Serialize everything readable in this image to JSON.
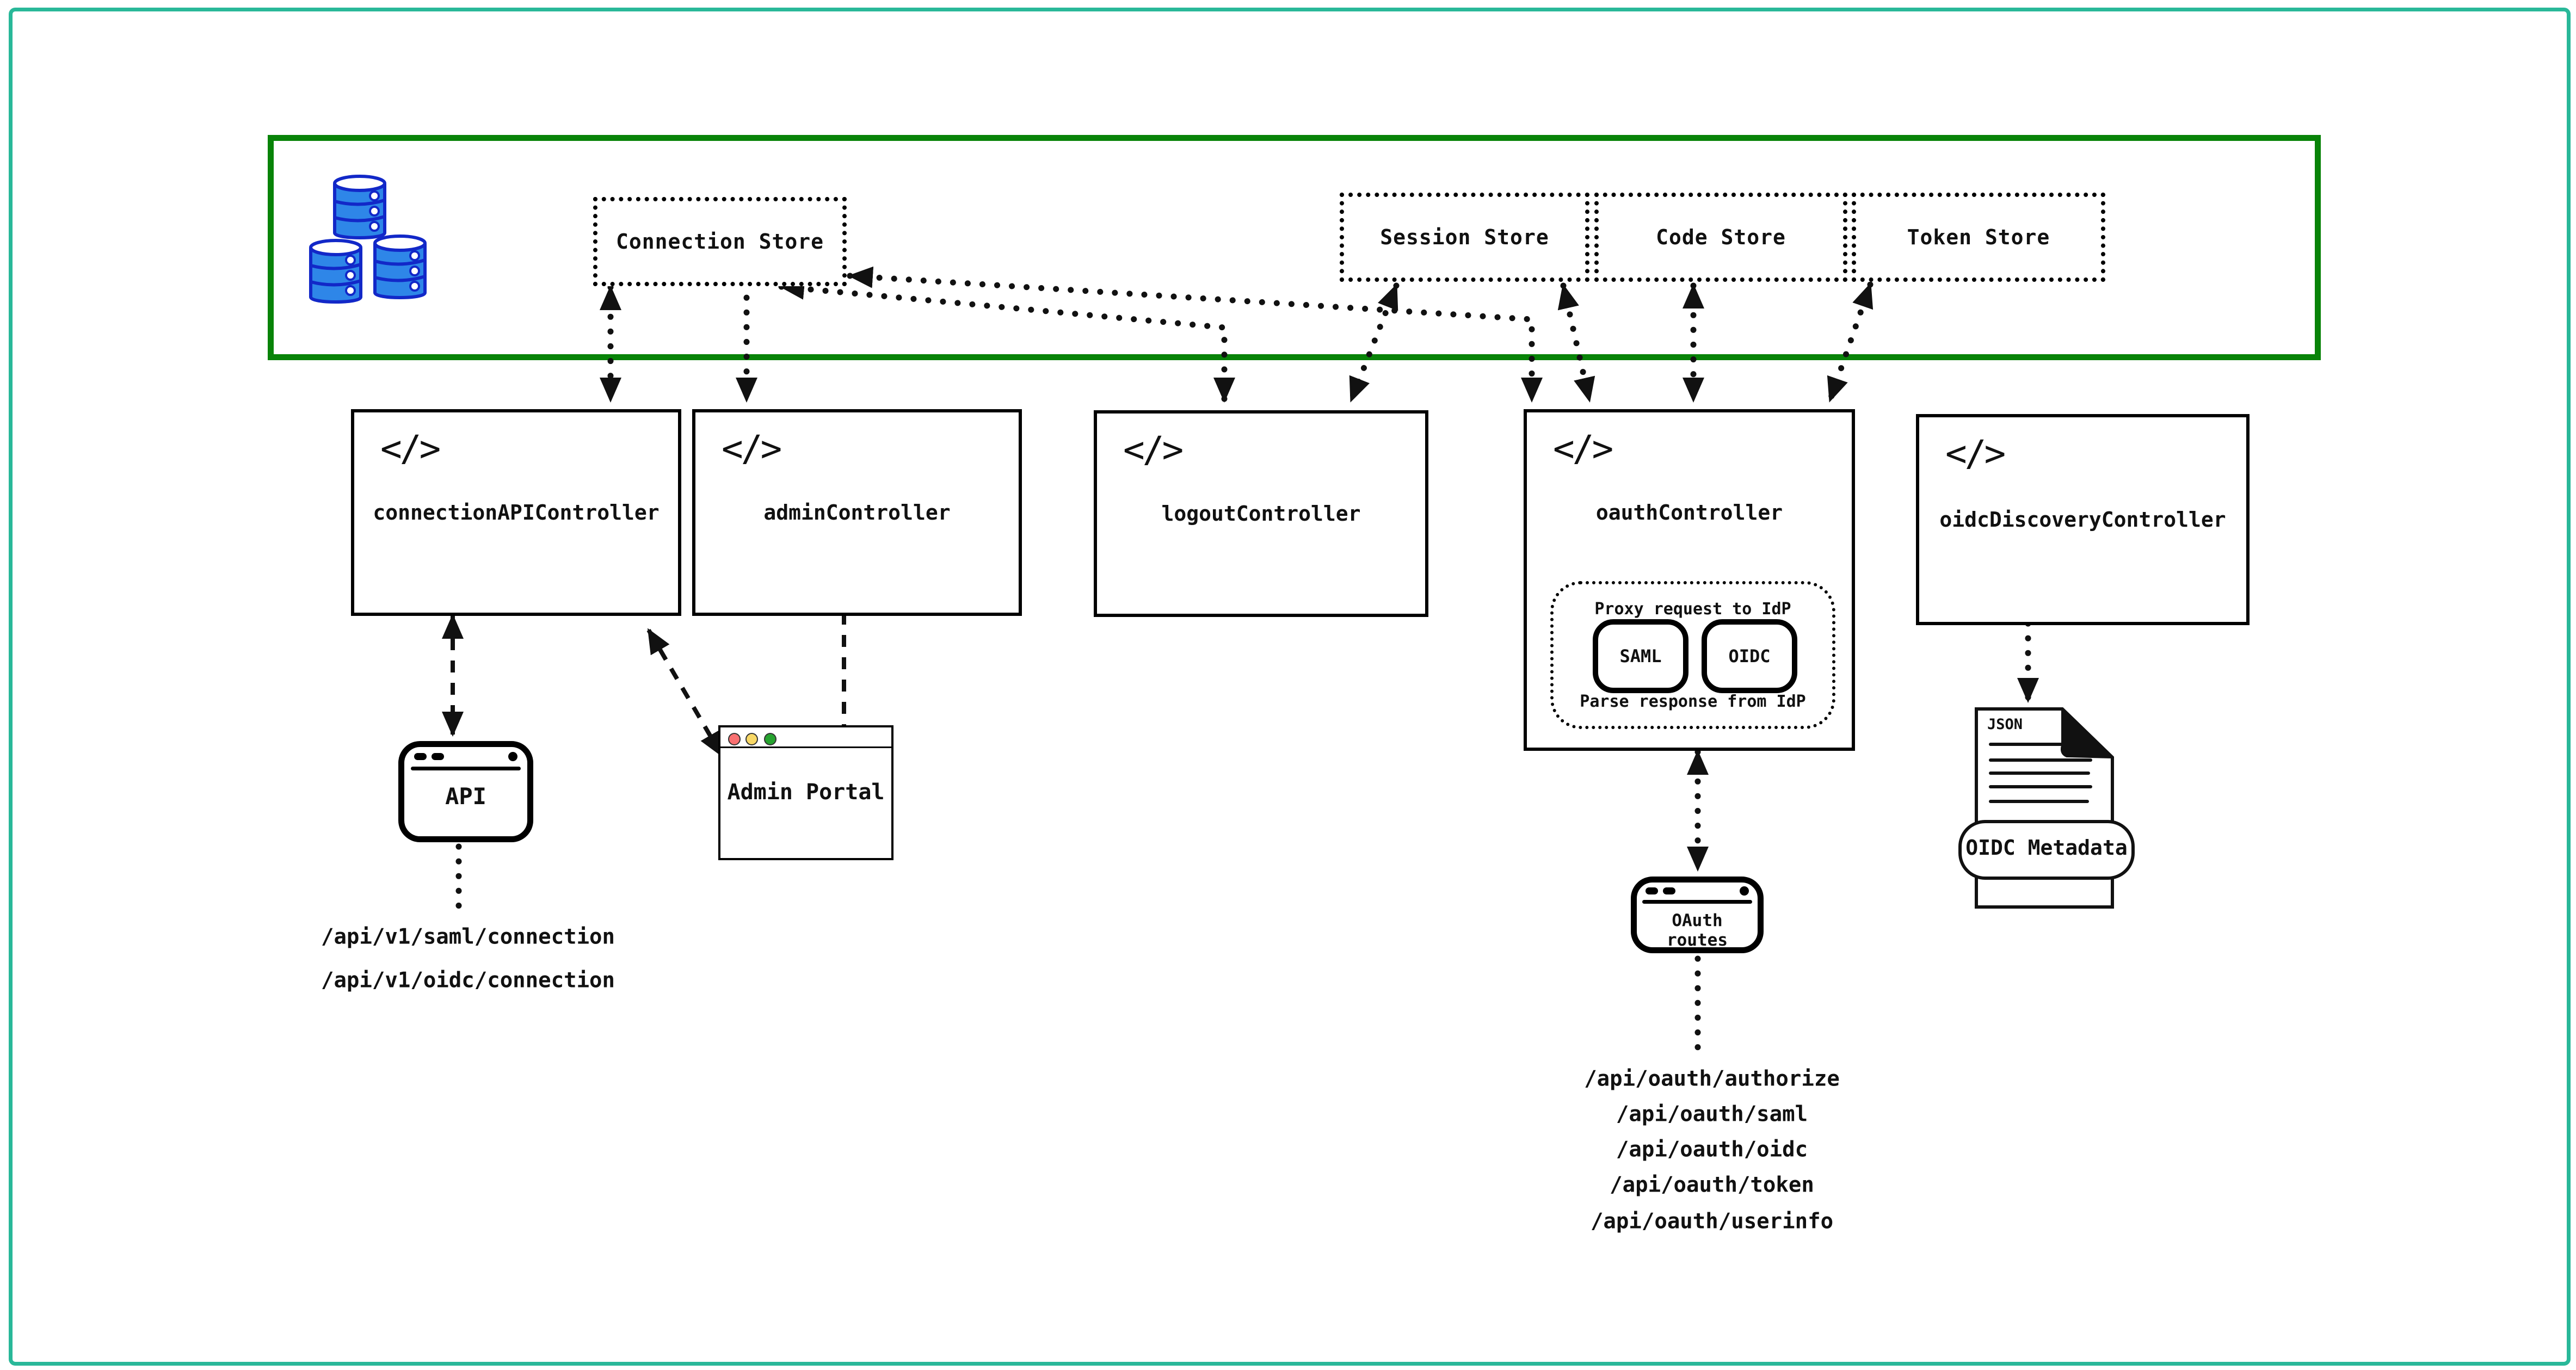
{
  "colors": {
    "frame_teal": "#29b899",
    "stores_region_green": "#088308",
    "database_fill": "#2e86e8",
    "database_stroke": "#1228c8",
    "traffic_red": "#f97071",
    "traffic_yellow": "#f8d866",
    "traffic_green": "#26a32f",
    "line_black": "#111111"
  },
  "code_icon": "</>",
  "stores": {
    "connection": "Connection Store",
    "session": "Session Store",
    "code": "Code Store",
    "token": "Token Store"
  },
  "controllers": {
    "connection_api": "connectionAPIController",
    "admin": "adminController",
    "logout": "logoutController",
    "oauth": "oauthController",
    "oidc_discovery": "oidcDiscoveryController"
  },
  "oauth_internal": {
    "proxy": "Proxy request to IdP",
    "saml": "SAML",
    "oidc": "OIDC",
    "parse": "Parse response from IdP"
  },
  "windows": {
    "api": "API",
    "admin_portal": "Admin Portal",
    "oauth_routes": "OAuth routes"
  },
  "document": {
    "type": "JSON",
    "banner": "OIDC Metadata"
  },
  "api_routes": [
    "/api/v1/saml/connection",
    "/api/v1/oidc/connection"
  ],
  "oauth_routes_list": [
    "/api/oauth/authorize",
    "/api/oauth/saml",
    "/api/oauth/oidc",
    "/api/oauth/token",
    "/api/oauth/userinfo"
  ]
}
